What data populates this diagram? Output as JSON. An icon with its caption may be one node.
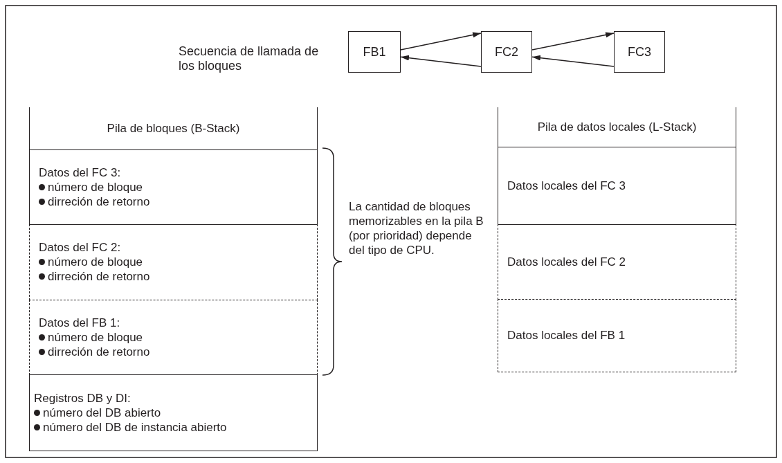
{
  "diagram": {
    "nodes": [
      {
        "text": [
          "FB1"
        ]
      },
      {
        "text": [
          "FC2"
        ]
      },
      {
        "text": [
          "FC3"
        ]
      },
      {
        "text": [
          "Pila de bloques (B-Stack)"
        ]
      },
      {
        "text": [
          "Datos del FC 3:",
          "número de bloque",
          "dirreción de retorno"
        ]
      },
      {
        "text": [
          "Datos del FC 2:",
          "número de bloque",
          "dirreción de retorno"
        ]
      },
      {
        "text": [
          "Datos del FB 1:",
          "número de bloque",
          "dirreción de retorno"
        ]
      },
      {
        "text": [
          "Registros DB y DI:",
          "número del DB abierto",
          "número del DB de instancia abierto"
        ]
      },
      {
        "text": [
          "Pila de datos locales (L-Stack)"
        ]
      },
      {
        "text": [
          "Datos locales del FC 3"
        ]
      },
      {
        "text": [
          "Datos locales del FC 2"
        ]
      },
      {
        "text": [
          "Datos locales del FB 1"
        ]
      }
    ],
    "edges": [
      {
        "from": 0,
        "to": 1,
        "arrow": "to"
      },
      {
        "from": 1,
        "to": 0,
        "arrow": "to"
      },
      {
        "from": 1,
        "to": 2,
        "arrow": "to"
      },
      {
        "from": 2,
        "to": 1,
        "arrow": "to"
      }
    ],
    "labels": [
      "Secuencia de llamada de los bloques",
      "La cantidad de bloques memorizables en la pila B (por prioridad) depende del tipo de CPU."
    ]
  }
}
